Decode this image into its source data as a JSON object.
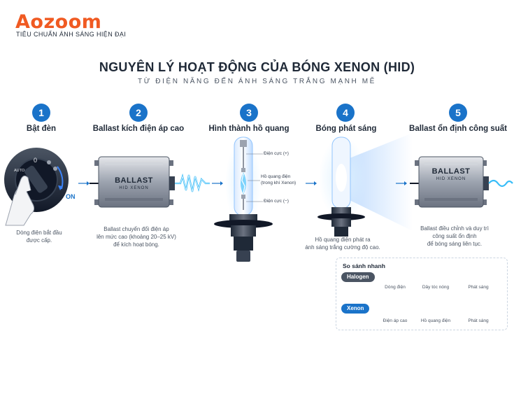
{
  "brand": {
    "logo": "Aozoom",
    "tagline": "TIÊU CHUẨN ÁNH SÁNG HIỆN ĐẠI",
    "color": "#f05a22"
  },
  "header": {
    "title": "NGUYÊN LÝ HOẠT ĐỘNG CỦA BÓNG XENON (HID)",
    "subtitle": "TỪ ĐIỆN NĂNG ĐẾN ÁNH SÁNG TRẮNG MẠNH MẼ"
  },
  "accent_color": "#1a73c9",
  "steps": [
    {
      "num": "1",
      "title": "Bật đèn",
      "desc": [
        "Dòng điện bắt đầu",
        "được cấp."
      ]
    },
    {
      "num": "2",
      "title": "Ballast kích điện áp cao",
      "desc": [
        "Ballast chuyển đổi điện áp",
        "lên mức cao (khoảng 20–25 kV)",
        "để kích hoạt bóng."
      ]
    },
    {
      "num": "3",
      "title": "Hình thành hồ quang",
      "desc": []
    },
    {
      "num": "4",
      "title": "Bóng phát sáng",
      "desc": [
        "Hồ quang điện phát ra",
        "ánh sáng trắng cường độ cao."
      ]
    },
    {
      "num": "5",
      "title": "Ballast ổn định công suất",
      "desc": [
        "Ballast điều chỉnh và duy trì",
        "công suất ổn định",
        "để bóng sáng liên tục."
      ]
    }
  ],
  "switch": {
    "auto_label": "AUTO",
    "zero_label": "0",
    "on_label": "ON"
  },
  "ballast": {
    "label": "BALLAST",
    "sublabel": "HID XENON"
  },
  "bulb_labels": {
    "electrode_top": "Điện cực (+)",
    "arc_line1": "Hồ quang điện",
    "arc_line2": "(trong khí Xenon)",
    "electrode_bottom": "Điện cực (−)"
  },
  "comparison": {
    "title": "So sánh nhanh",
    "halogen": {
      "label": "Halogen",
      "color": "#4b5563",
      "captions": [
        "Dòng điện",
        "Dây tóc nóng",
        "Phát sáng"
      ]
    },
    "xenon": {
      "label": "Xenon",
      "color": "#1a73c9",
      "captions": [
        "Điện áp cao",
        "Hồ quang điện",
        "Phát sáng"
      ]
    }
  }
}
